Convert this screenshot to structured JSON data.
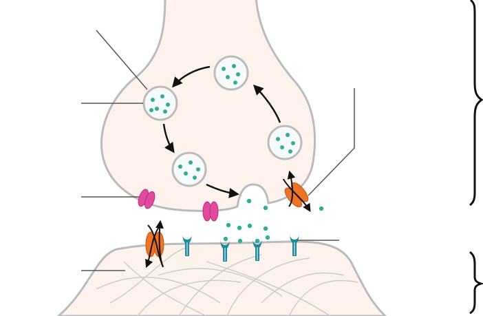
{
  "colors": {
    "cytoplasm": "#fdf3ec",
    "membrane": "#bbbbbb",
    "vesicle_fill": "#f6fbfa",
    "neurotransmitter": "#2fae96",
    "autoreceptor": "#e2499f",
    "transporter": "#ee7326",
    "receptor": "#1e8aa0",
    "arrow": "#111111",
    "leader_line": "#555555",
    "brace": "#111111"
  },
  "icons": [
    "synaptic-vesicle",
    "autoreceptor",
    "reuptake-transporter",
    "postsynaptic-receptor",
    "curly-brace"
  ]
}
